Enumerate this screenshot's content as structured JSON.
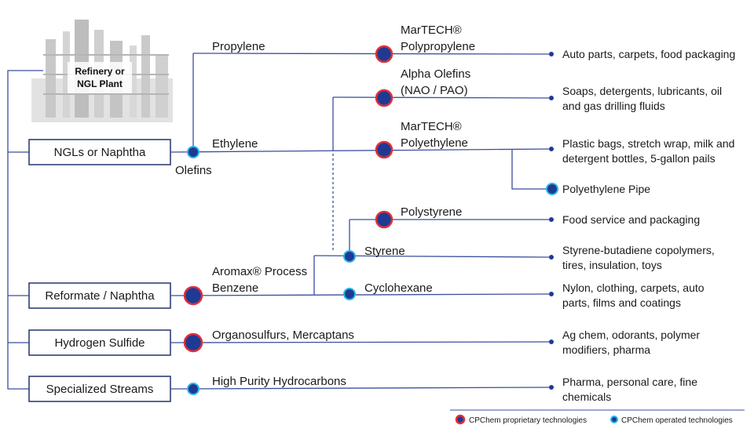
{
  "plant": {
    "line1": "Refinery or",
    "line2": "NGL Plant"
  },
  "feedstocks": {
    "ngl": "NGLs or Naphtha",
    "reformate": "Reformate / Naphtha",
    "h2s": "Hydrogen Sulfide",
    "special": "Specialized Streams"
  },
  "intermediates": {
    "olefins": "Olefins",
    "propylene": "Propylene",
    "ethylene": "Ethylene",
    "aromax_line1": "Aromax® Process",
    "aromax_line2": "Benzene",
    "organosulfurs": "Organosulfurs, Mercaptans",
    "hph": "High Purity Hydrocarbons",
    "styrene": "Styrene",
    "cyclohexane": "Cyclohexane"
  },
  "products": {
    "pp_line1": "MarTECH®",
    "pp_line2": "Polypropylene",
    "ao_line1": "Alpha Olefins",
    "ao_line2": "(NAO / PAO)",
    "pe_line1": "MarTECH®",
    "pe_line2": "Polyethylene",
    "polystyrene": "Polystyrene"
  },
  "end_uses": {
    "pp": "Auto parts, carpets, food packaging",
    "ao_line1": "Soaps, detergents, lubricants, oil",
    "ao_line2": "and gas drilling fluids",
    "pe_line1": "Plastic bags, stretch wrap, milk and",
    "pe_line2": "detergent bottles, 5-gallon pails",
    "pe_pipe": "Polyethylene Pipe",
    "ps": "Food service and packaging",
    "sty_line1": "Styrene-butadiene copolymers,",
    "sty_line2": "tires, insulation, toys",
    "cyc_line1": "Nylon, clothing, carpets, auto",
    "cyc_line2": "parts, films and coatings",
    "h2s_line1": "Ag chem, odorants, polymer",
    "h2s_line2": "modifiers, pharma",
    "sp_line1": "Pharma, personal care, fine",
    "sp_line2": "chemicals"
  },
  "legend": {
    "proprietary": "CPChem proprietary technologies",
    "operated": "CPChem operated technologies"
  },
  "colors": {
    "line": "#3b4f9e",
    "node_fill": "#1f3a93",
    "proprietary_ring": "#e0303a",
    "operated_ring": "#29b6e8"
  },
  "icons": {
    "plant": "refinery-plant-icon"
  }
}
